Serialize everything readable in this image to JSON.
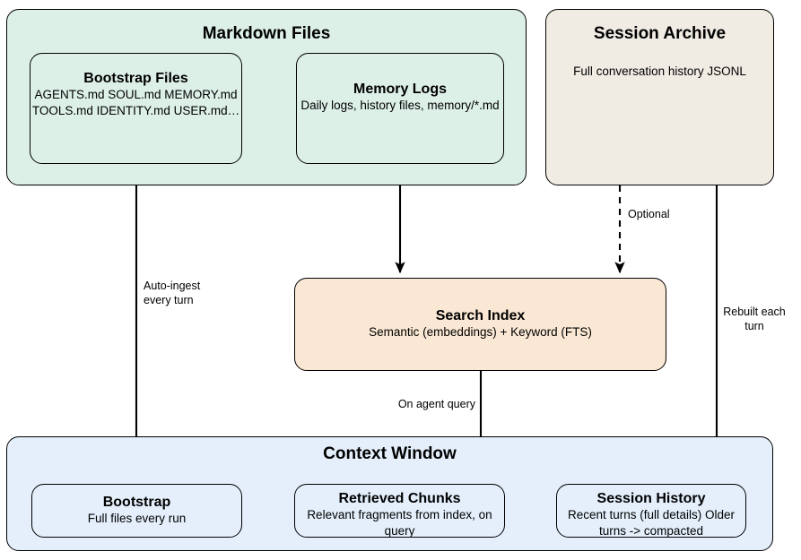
{
  "diagram": {
    "title": "Agent memory architecture flow",
    "colors": {
      "markdown_fill": "#ddf0e8",
      "archive_fill": "#f0ece4",
      "index_fill": "#fae8d4",
      "context_fill": "#e4effb",
      "stroke": "#000000",
      "background": "#ffffff"
    },
    "groups": {
      "markdown_files": {
        "title": "Markdown Files",
        "children": [
          {
            "title": "Bootstrap Files",
            "sub": "AGENTS.md SOUL.md\nMEMORY.md TOOLS.md\nIDENTITY.md USER.md…"
          },
          {
            "title": "Memory Logs",
            "sub": "Daily logs, history files,\nmemory/*.md"
          }
        ]
      },
      "session_archive": {
        "title": "Session Archive",
        "sub": "Full conversation history\nJSONL"
      },
      "search_index": {
        "title": "Search Index",
        "sub": "Semantic (embeddings) + Keyword (FTS)"
      },
      "context_window": {
        "title": "Context Window",
        "children": [
          {
            "title": "Bootstrap",
            "sub": "Full files every run"
          },
          {
            "title": "Retrieved Chunks",
            "sub": "Relevant fragments from index,\non query"
          },
          {
            "title": "Session History",
            "sub": "Recent turns (full details)\nOlder turns -> compacted"
          }
        ]
      }
    },
    "edges": [
      {
        "id": "auto-ingest",
        "label": "Auto-ingest\nevery turn",
        "from": "Bootstrap Files",
        "to": "Bootstrap",
        "style": "solid"
      },
      {
        "id": "memory-to-index",
        "label": "",
        "from": "Memory Logs",
        "to": "Search Index",
        "style": "solid"
      },
      {
        "id": "optional",
        "label": "Optional",
        "from": "Session Archive",
        "to": "Search Index",
        "style": "dashed"
      },
      {
        "id": "on-agent-query",
        "label": "On agent query",
        "from": "Search Index",
        "to": "Retrieved Chunks",
        "style": "solid"
      },
      {
        "id": "rebuilt-each-turn",
        "label": "Rebuilt each\nturn",
        "from": "Session Archive",
        "to": "Session History",
        "style": "solid"
      }
    ]
  }
}
